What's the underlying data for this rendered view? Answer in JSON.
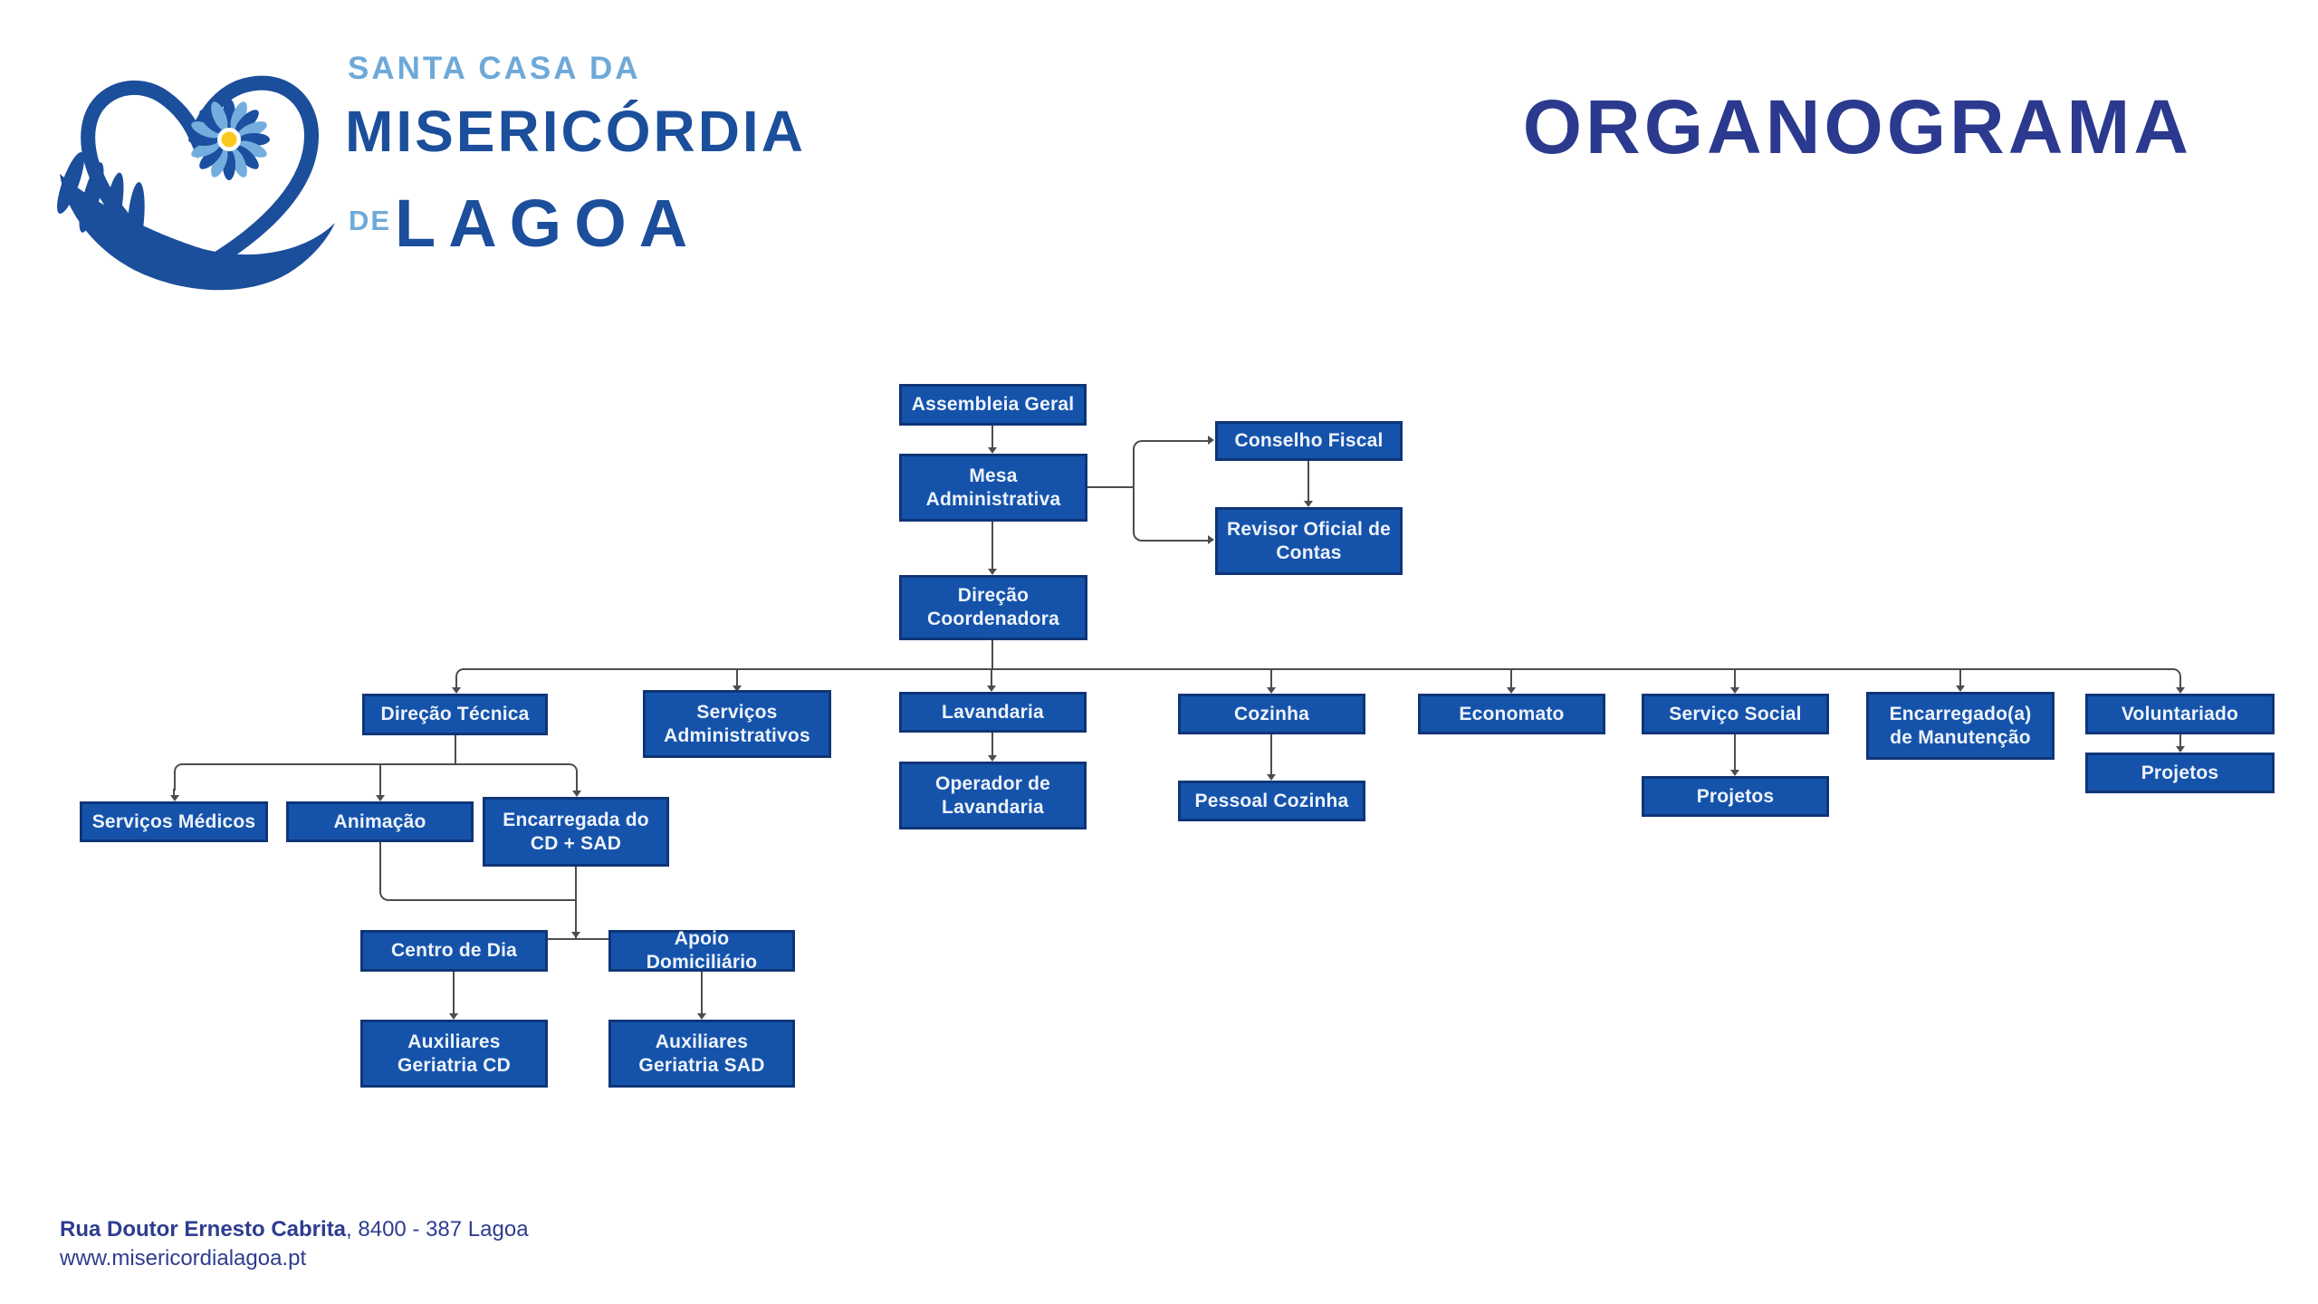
{
  "header": {
    "title": "ORGANOGRAMA",
    "logo": {
      "line1": "SANTA CASA DA",
      "line2": "MISERICÓRDIA",
      "line3_prefix": "DE",
      "line3": "LAGOA"
    }
  },
  "colors": {
    "box_fill": "#1553ab",
    "box_border": "#0f3577",
    "box_text": "#eef3fa",
    "connector_gray": "#4d4d4d",
    "title_navy": "#2b3a8e",
    "logo_dark_blue": "#1b4e9b",
    "logo_light_blue": "#6ea9d8",
    "flower_yellow": "#f8c81c",
    "footer_navy": "#2e3d8f"
  },
  "org": {
    "assembleia_geral": "Assembleia Geral",
    "mesa_administrativa": "Mesa Administrativa",
    "conselho_fiscal": "Conselho Fiscal",
    "revisor_oficial_de_contas": "Revisor Oficial de Contas",
    "direcao_coordenadora": "Direção Coordenadora",
    "direcao_tecnica": "Direção Técnica",
    "servicos_administrativos": "Serviços Administrativos",
    "lavandaria": "Lavandaria",
    "cozinha": "Cozinha",
    "economato": "Economato",
    "servico_social": "Serviço Social",
    "encarregado_manutencao": "Encarregado(a) de Manutenção",
    "voluntariado": "Voluntariado",
    "operador_de_lavandaria": "Operador de Lavandaria",
    "pessoal_cozinha": "Pessoal Cozinha",
    "projetos_servico_social": "Projetos",
    "projetos_voluntariado": "Projetos",
    "servicos_medicos": "Serviços Médicos",
    "animacao": "Animação",
    "encarregada_cd_sad": "Encarregada do CD + SAD",
    "centro_de_dia": "Centro de Dia",
    "apoio_domiciliario": "Apoio Domiciliário",
    "auxiliares_geriatria_cd": "Auxiliares Geriatria CD",
    "auxiliares_geriatria_sad": "Auxiliares Geriatria SAD"
  },
  "footer": {
    "address_bold": "Rua Doutor Ernesto Cabrita",
    "address_regular": ", 8400 - 387 Lagoa",
    "website": "www.misericordialagoa.pt"
  }
}
